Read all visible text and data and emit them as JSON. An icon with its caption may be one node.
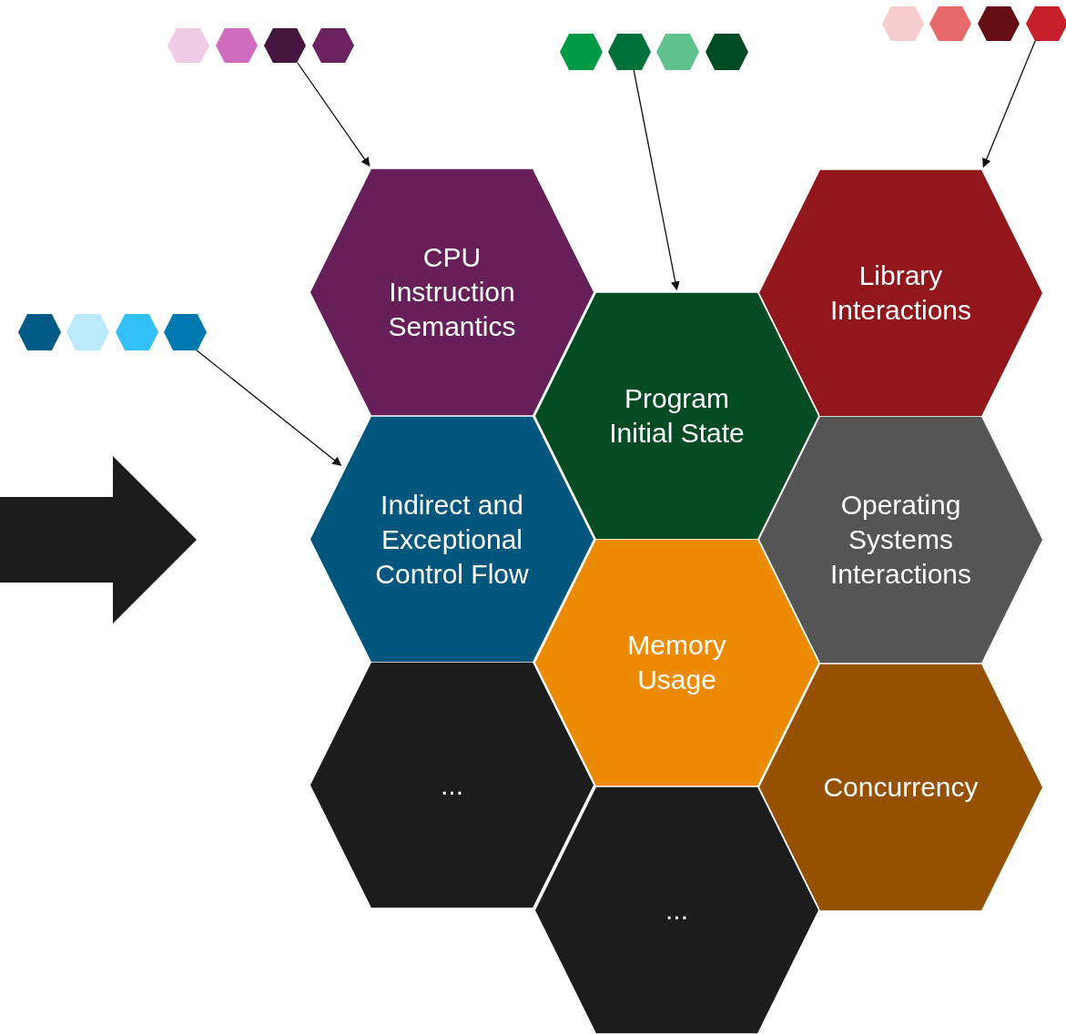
{
  "diagram": {
    "nodes": [
      {
        "text": [],
        "shape": "hexagon"
      },
      {
        "text": [],
        "shape": "hexagon"
      },
      {
        "text": [],
        "shape": "hexagon"
      },
      {
        "text": [],
        "shape": "hexagon"
      },
      {
        "text": [],
        "shape": "hexagon"
      },
      {
        "text": [],
        "shape": "hexagon"
      },
      {
        "text": [],
        "shape": "hexagon"
      },
      {
        "text": [],
        "shape": "hexagon"
      },
      {
        "text": [],
        "shape": "hexagon"
      },
      {
        "text": [],
        "shape": "hexagon"
      },
      {
        "text": [],
        "shape": "hexagon"
      },
      {
        "text": [],
        "shape": "hexagon"
      },
      {
        "text": [],
        "shape": "hexagon"
      },
      {
        "text": [],
        "shape": "hexagon"
      },
      {
        "text": [],
        "shape": "hexagon"
      },
      {
        "text": [],
        "shape": "hexagon"
      },
      {
        "text": [
          "CPU Instruction Semantics"
        ]
      },
      {
        "text": [
          "Library Interactions"
        ]
      },
      {
        "text": [
          "Program Initial State"
        ]
      },
      {
        "text": [
          "Indirect and Exceptional Control Flow"
        ]
      },
      {
        "text": [
          "Operating Systems Interactions"
        ]
      },
      {
        "text": [
          "Memory Usage"
        ]
      },
      {
        "text": [
          "..."
        ]
      },
      {
        "text": [
          "Concurrency"
        ]
      },
      {
        "text": [
          "..."
        ]
      }
    ],
    "edges": [
      {
        "from": 2,
        "to": 16,
        "arrow": "to"
      },
      {
        "from": 5,
        "to": 18,
        "arrow": "to"
      },
      {
        "from": 11,
        "to": 17,
        "arrow": "to"
      },
      {
        "from": 15,
        "to": 19,
        "arrow": "to"
      }
    ]
  }
}
